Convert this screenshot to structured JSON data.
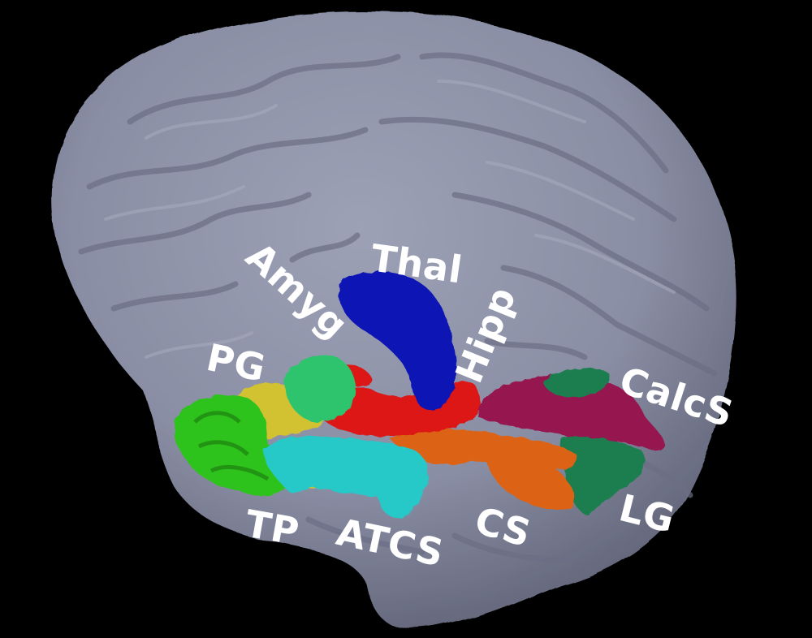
{
  "labels": {
    "thal": "Thal",
    "amyg": "Amyg",
    "hipp": "Hipp",
    "pg": "PG",
    "calcs": "CalcS",
    "tp": "TP",
    "atcs": "ATCS",
    "cs": "CS",
    "lg": "LG"
  },
  "colors": {
    "background": "#000000",
    "cortex": "#8c90a6",
    "thalamus": "#0a14b4",
    "amygdala": "#2fc46e",
    "hippocampus": "#dd1212",
    "parahippocampal_gyrus": "#d2c233",
    "temporal_pole": "#2fc21b",
    "anterior_transverse_collateral_sulcus": "#28c8c8",
    "collateral_sulcus": "#dc6414",
    "lingual_gyrus": "#1f7d50",
    "calcarine_sulcus": "#961450",
    "label_text": "#ffffff"
  }
}
